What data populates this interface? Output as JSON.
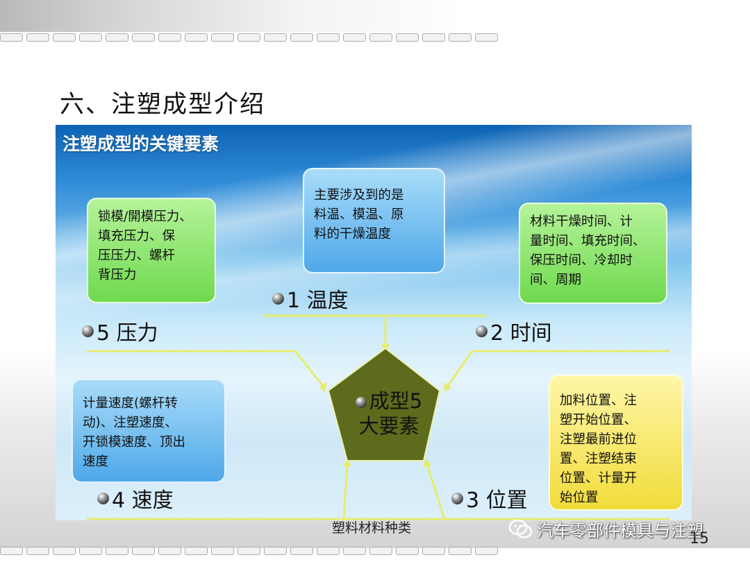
{
  "slide": {
    "title": "六、注塑成型介绍",
    "page_number": "15",
    "footer_text": "塑料材料种类",
    "watermark": "汽车零部件模具与注塑"
  },
  "diagram": {
    "heading": "注塑成型的关键要素",
    "center_label_line1": "成型5",
    "center_label_line2": "大要素",
    "factors": {
      "temperature": "1 温度",
      "time": "2 时间",
      "position": "3 位置",
      "speed": "4 速度",
      "pressure": "5 压力"
    },
    "boxes": {
      "temperature": [
        "主要涉及到的是",
        "料温、模温、原",
        "料的干燥温度"
      ],
      "time": [
        "材料干燥时间、计",
        "量时间、填充时间、",
        "保压时间、冷却时",
        "间、周期"
      ],
      "position": [
        "加料位置、注",
        "塑开始位置、",
        "注塑最前进位",
        "置、注塑结束",
        "位置、计量开",
        "始位置"
      ],
      "speed": [
        "计量速度(螺杆转",
        "动)、注塑速度、",
        "开锁模速度、顶出",
        "速度"
      ],
      "pressure": [
        "锁模/開模压力、",
        "填充压力、保",
        "压压力、螺杆",
        "背压力"
      ]
    },
    "colors": {
      "pentagon": "#5c6b1c",
      "connector": "#e6ec6a",
      "green_box": "#7fe05c",
      "blue_box": "#5ab3ee",
      "yellow_box": "#f5e24a"
    }
  }
}
